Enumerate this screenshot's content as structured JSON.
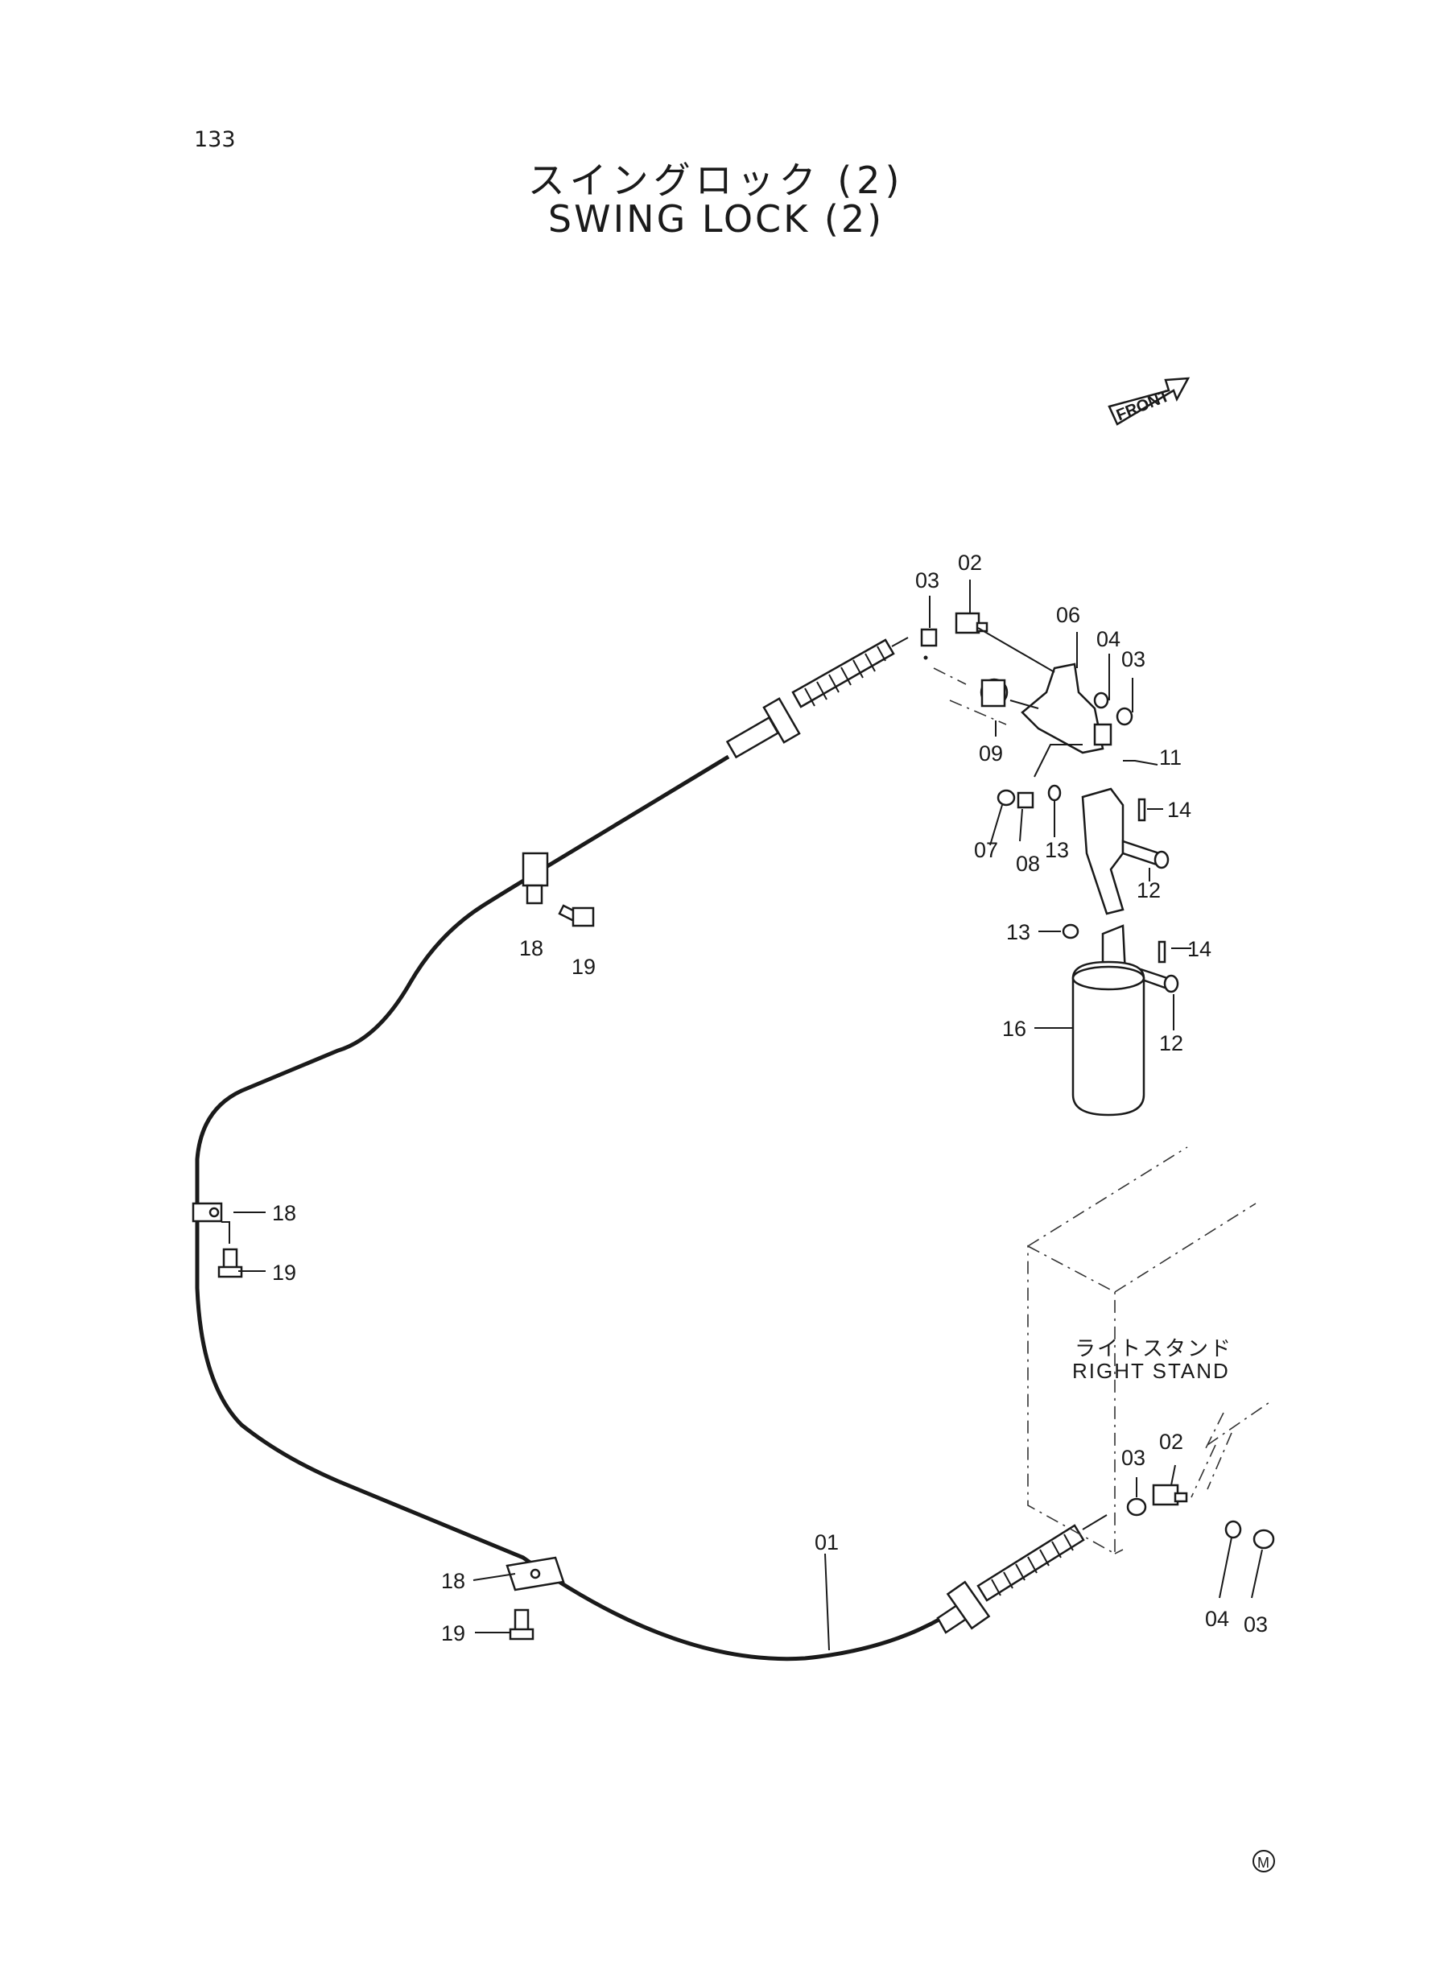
{
  "page": {
    "number": "133"
  },
  "title": {
    "japanese": "スイングロック (2)",
    "english": "SWING LOCK (2)"
  },
  "front_indicator": "FRONT",
  "stand_label": {
    "japanese": "ライトスタンド",
    "english": "RIGHT STAND"
  },
  "mark": "M",
  "callouts": {
    "c01": "01",
    "c02a": "02",
    "c02b": "02",
    "c03a": "03",
    "c03b": "03",
    "c03c": "03",
    "c03d": "03",
    "c04a": "04",
    "c04b": "04",
    "c06": "06",
    "c07": "07",
    "c08": "08",
    "c09": "09",
    "c11": "11",
    "c12a": "12",
    "c12b": "12",
    "c13a": "13",
    "c13b": "13",
    "c14a": "14",
    "c14b": "14",
    "c16": "16",
    "c18a": "18",
    "c18b": "18",
    "c18c": "18",
    "c19a": "19",
    "c19b": "19",
    "c19c": "19"
  }
}
